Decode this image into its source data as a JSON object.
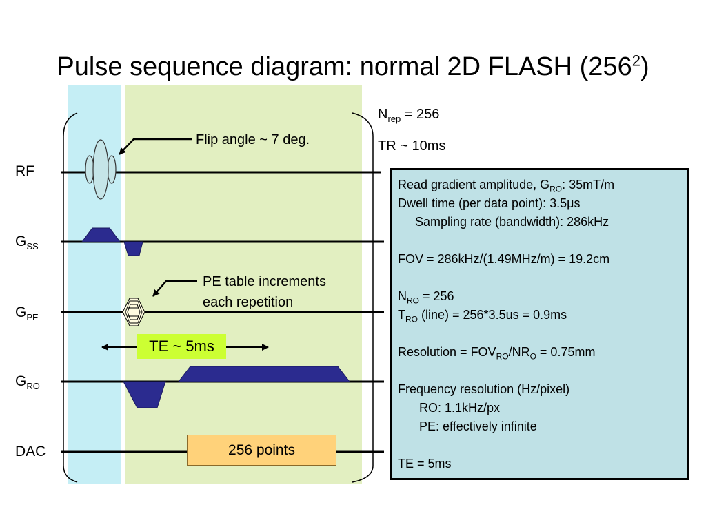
{
  "title": {
    "main": "Pulse sequence diagram:  normal 2D FLASH (256",
    "sup": "2",
    "close": ")"
  },
  "channels": {
    "rf": {
      "label": "RF"
    },
    "gss": {
      "base": "G",
      "sub": "SS"
    },
    "gpe": {
      "base": "G",
      "sub": "PE"
    },
    "gro": {
      "base": "G",
      "sub": "RO"
    },
    "dac": {
      "label": "DAC"
    }
  },
  "annotations": {
    "flip_angle": "Flip angle ~ 7 deg.",
    "pe_table_line1": "PE table increments",
    "pe_table_line2": "each repetition",
    "te": "TE ~ 5ms",
    "dac_box": "256 points",
    "nrep_base": "N",
    "nrep_sub": "rep",
    "nrep_value": " = 256",
    "tr": "TR ~ 10ms"
  },
  "info": {
    "line1_a": "Read gradient amplitude, G",
    "line1_sub": "RO",
    "line1_b": ":  35mT/m",
    "line2": "Dwell time (per data point):  3.5μs",
    "line3": "Sampling rate (bandwidth):  286kHz",
    "line4": "FOV = 286kHz/(1.49MHz/m) = 19.2cm",
    "line5_a": "N",
    "line5_sub": "RO",
    "line5_b": " = 256",
    "line6_a": "T",
    "line6_sub": "RO",
    "line6_b": " (line) = 256*3.5us = 0.9ms",
    "line7_a": "Resolution =  FOV",
    "line7_sub1": "RO",
    "line7_b": "/NR",
    "line7_sub2": "O",
    "line7_c": " = 0.75mm",
    "line8": "Frequency resolution (Hz/pixel)",
    "line9": "RO:  1.1kHz/px",
    "line10": "PE:  effectively infinite",
    "line11": "TE = 5ms"
  },
  "colors": {
    "gradient_fill": "#2b2b8f",
    "rf_pulse_fill": "#c5e5e8",
    "te_highlight": "#ccff33",
    "dac_box_fill": "#ffd27a",
    "panel_fill": "#bfe1e6",
    "timing_region_1": "#c5eef5",
    "timing_region_2": "#e2efc1"
  }
}
